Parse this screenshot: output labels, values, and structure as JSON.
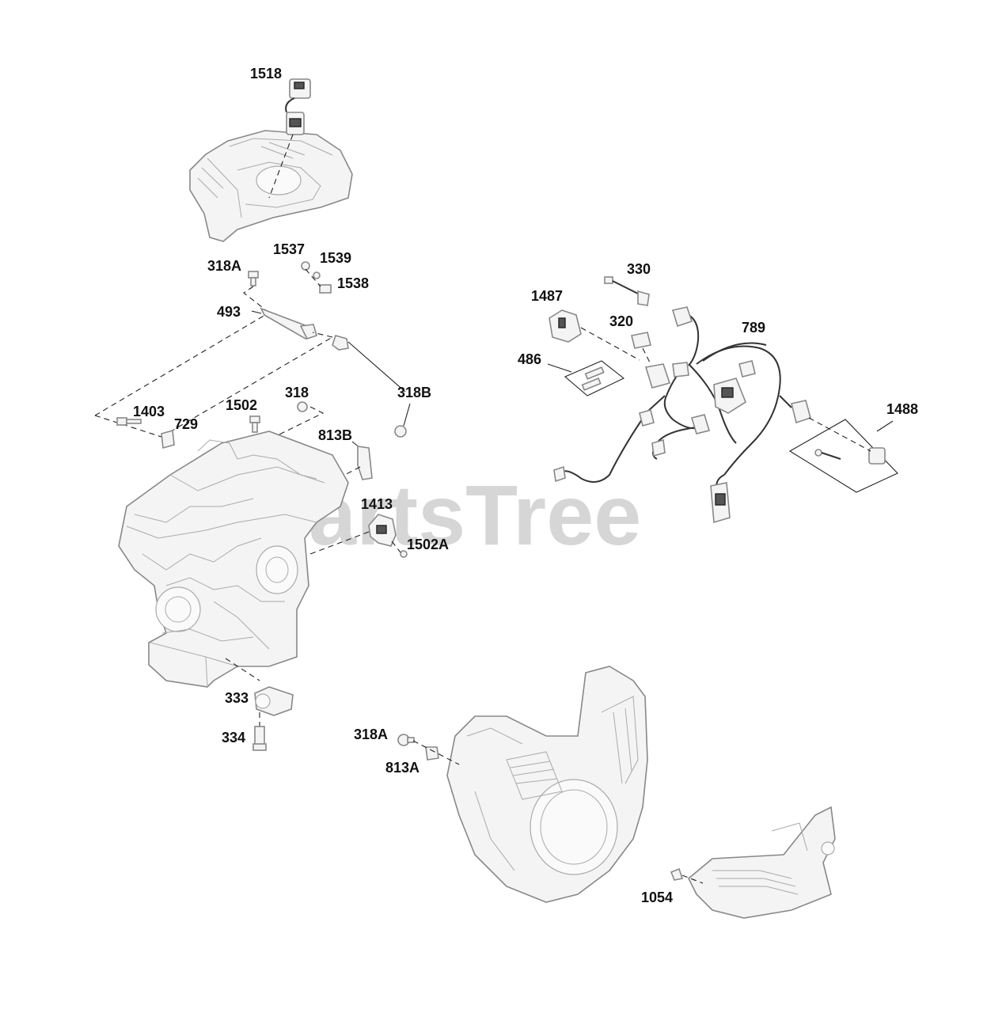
{
  "watermark": "PartsTree",
  "callouts": {
    "c1518": "1518",
    "c1537": "1537",
    "c1539": "1539",
    "c1538": "1538",
    "c318A_top": "318A",
    "c493": "493",
    "c318": "318",
    "c318B": "318B",
    "c1403": "1403",
    "c729": "729",
    "c1502": "1502",
    "c813B": "813B",
    "c1413": "1413",
    "c1502A": "1502A",
    "c333": "333",
    "c334": "334",
    "c318A_bottom": "318A",
    "c813A": "813A",
    "c1054": "1054",
    "c330": "330",
    "c1487": "1487",
    "c320": "320",
    "c789": "789",
    "c486": "486",
    "c1488": "1488"
  }
}
